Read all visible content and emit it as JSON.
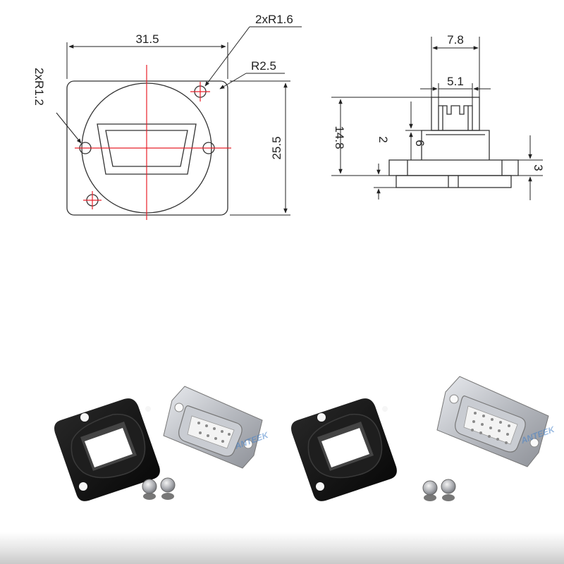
{
  "front_view": {
    "width_label": "31.5",
    "height_label": "25.5",
    "outer_hole_label": "2xR1.6",
    "inner_hole_label": "2xR1.2",
    "corner_label": "R2.5"
  },
  "side_view": {
    "top_width_label": "7.8",
    "inner_width_label": "5.1",
    "total_height_label": "14.8",
    "body_height_label": "6",
    "step_label": "2",
    "flange_label": "3"
  },
  "products": [
    {
      "watermark": "ANTEEK"
    },
    {
      "watermark": "ANTEEK"
    }
  ],
  "colors": {
    "drawing_line": "#333333",
    "center_line": "#e8202a",
    "plate_black": "#141414",
    "connector_white": "#f2f2f2",
    "metal": "#b9bcc2"
  }
}
